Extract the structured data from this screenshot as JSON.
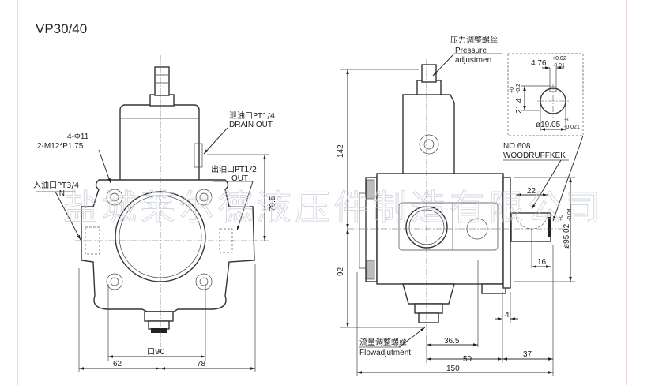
{
  "title": "VP30/40",
  "watermark": "盐城莱尔德液压件制造有限公司",
  "front_view": {
    "mount_holes": "4-Φ11",
    "mount_thread": "2-M12*P1.75",
    "inlet_cn": "入油口PT3/4",
    "inlet_en": "IN",
    "drain_cn": "泄油口PT1/4",
    "drain_en": "DRAIN OUT",
    "outlet_cn": "出油口PT1/2",
    "outlet_en": "OUT",
    "dim_height": "79.5",
    "dim_square": "口90",
    "dim_left": "62",
    "dim_right": "78"
  },
  "side_view": {
    "pressure_cn": "压力调整螺丝",
    "pressure_en_1": "Pressure",
    "pressure_en_2": "adjustmen",
    "flow_cn": "流量调整螺丝",
    "flow_en": "Flowadjutment",
    "key_no": "NO.608",
    "key_type": "WOODRUFFKEK",
    "dim_142": "142",
    "dim_92": "92",
    "dim_22": "22",
    "dim_16": "16",
    "dim_4": "4",
    "dim_365": "36.5",
    "dim_59": "59",
    "dim_37": "37",
    "dim_150": "150",
    "dim_pilot": "ø95.02",
    "dim_pilot_tol_upper": "+0",
    "dim_pilot_tol_lower": "-0.04"
  },
  "shaft_detail": {
    "key_width": "4.76",
    "key_width_tol_upper": "+0.02",
    "key_width_tol_lower": "-0.01",
    "key_height": "21.4",
    "key_height_tol_upper": "+0",
    "key_height_tol_lower": "-0.2",
    "shaft_dia": "ø19.05",
    "shaft_dia_tol_upper": "+0",
    "shaft_dia_tol_lower": "-0.021"
  }
}
